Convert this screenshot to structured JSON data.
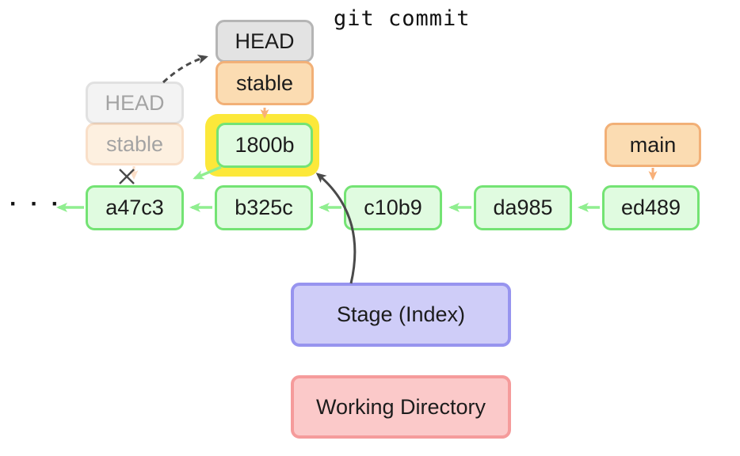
{
  "title": "git commit",
  "ellipsis": "· · ·",
  "ghost_pointer": {
    "head_label": "HEAD",
    "branch_label": "stable"
  },
  "head_pointer": {
    "head_label": "HEAD",
    "branch_label": "stable"
  },
  "new_commit": {
    "label": "1800b"
  },
  "commits": [
    {
      "label": "a47c3"
    },
    {
      "label": "b325c"
    },
    {
      "label": "c10b9"
    },
    {
      "label": "da985"
    },
    {
      "label": "ed489"
    }
  ],
  "branch": {
    "label": "main"
  },
  "areas": {
    "stage_label": "Stage (Index)",
    "working_label": "Working Directory"
  },
  "colors": {
    "green_border": "#74e374",
    "green_fill": "#e0fbe0",
    "green_arrow": "#90ee90",
    "orange_border": "#f2b077",
    "orange_fill": "#fbdcb2",
    "orange_arrow": "#f8b078",
    "gray_border": "#b5b5b5",
    "gray_fill": "#e3e3e3",
    "highlight_yellow": "#fce83a",
    "stage_border": "#9794ef",
    "stage_fill": "#cfcdf8",
    "working_border": "#f59b9b",
    "working_fill": "#fbc9c9",
    "arrow_dark": "#4a4a4a"
  }
}
